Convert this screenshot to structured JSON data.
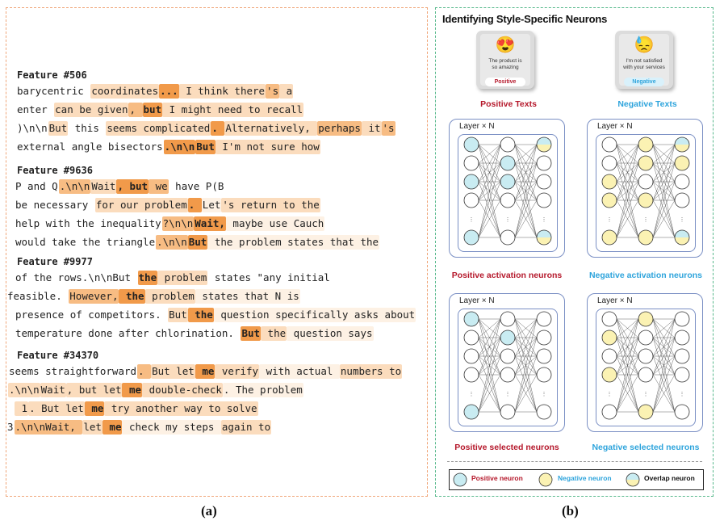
{
  "panel_a": {
    "caption": "(a)",
    "features": [
      {
        "title": "Feature #506",
        "lines": [
          [
            [
              "barycentric ",
              0
            ],
            [
              "coordinates",
              2
            ],
            [
              "...",
              4
            ],
            [
              " I think there",
              2
            ],
            [
              "'s",
              3
            ],
            [
              " a",
              2
            ]
          ],
          [
            [
              "enter ",
              0
            ],
            [
              "can be given",
              2
            ],
            [
              ", ",
              3
            ],
            [
              "but",
              4
            ],
            [
              " I might need to recall",
              2
            ]
          ],
          [
            [
              ")\\n\\n",
              0
            ],
            [
              "But",
              2
            ],
            [
              " this ",
              0
            ],
            [
              "seems complicated",
              2
            ],
            [
              ". ",
              4
            ],
            [
              "Alternatively, ",
              2
            ],
            [
              "perhaps",
              3
            ],
            [
              " it",
              2
            ],
            [
              "'s",
              3
            ]
          ],
          [
            [
              "external angle bisectors",
              0
            ],
            [
              ".\\n\\n",
              4
            ],
            [
              "But",
              4
            ],
            [
              " I'm not sure how",
              2
            ]
          ]
        ]
      },
      {
        "title": "Feature #9636",
        "lines": [
          [
            [
              "P and Q",
              0
            ],
            [
              ".\\n\\n",
              3
            ],
            [
              "Wait",
              2
            ],
            [
              ", but",
              4
            ],
            [
              " we",
              3
            ],
            [
              " have P(B",
              0
            ]
          ],
          [
            [
              "be necessary ",
              0
            ],
            [
              "for our problem",
              2
            ],
            [
              ". ",
              4
            ],
            [
              "Let",
              1
            ],
            [
              "'s return to the",
              2
            ]
          ],
          [
            [
              "help with the inequality",
              0
            ],
            [
              "?\\n\\n",
              3
            ],
            [
              "Wait,",
              4
            ],
            [
              " maybe use Cauch",
              1
            ]
          ],
          [
            [
              "would take the triangle",
              0
            ],
            [
              ".\\n\\n",
              3
            ],
            [
              "But",
              4
            ],
            [
              " the problem states that the",
              1
            ]
          ]
        ]
      },
      {
        "title": "Feature #9977",
        "lines": [
          [
            [
              "of the rows.\\n\\nBut ",
              0
            ],
            [
              "the",
              4
            ],
            [
              " problem",
              2
            ],
            [
              " states \"any initial",
              0
            ]
          ],
          [
            [
              "feasible. ",
              0
            ],
            [
              "However,",
              3
            ],
            [
              " the",
              4
            ],
            [
              " problem",
              2
            ],
            [
              " states that N is",
              1
            ]
          ],
          [
            [
              "presence of competitors. ",
              0
            ],
            [
              "But",
              2
            ],
            [
              " the",
              4
            ],
            [
              " question specifically asks about",
              1
            ]
          ],
          [
            [
              "temperature done after chlorination. ",
              0
            ],
            [
              "But",
              4
            ],
            [
              " the",
              2
            ],
            [
              " question says",
              1
            ]
          ]
        ]
      },
      {
        "title": "Feature #34370",
        "lines": [
          [
            [
              "seems straightforward",
              0
            ],
            [
              ". ",
              3
            ],
            [
              "But let",
              2
            ],
            [
              " me",
              4
            ],
            [
              " verify",
              2
            ],
            [
              " with actual ",
              1
            ],
            [
              "numbers to",
              2
            ]
          ],
          [
            [
              ".\\n\\n",
              2
            ],
            [
              "Wait",
              2
            ],
            [
              ", but let",
              2
            ],
            [
              " me",
              4
            ],
            [
              " double-check",
              2
            ],
            [
              ". The problem",
              1
            ]
          ],
          [
            [
              " 1",
              2
            ],
            [
              ". But let",
              2
            ],
            [
              " me",
              4
            ],
            [
              " try another way to solve",
              2
            ]
          ],
          [
            [
              "3",
              0
            ],
            [
              ".\\n\\nWait, ",
              3
            ],
            [
              "let",
              2
            ],
            [
              " me",
              4
            ],
            [
              " check my steps ",
              1
            ],
            [
              "again to",
              2
            ]
          ]
        ]
      }
    ]
  },
  "panel_b": {
    "caption": "(b)",
    "title": "Identifying Style-Specific Neurons",
    "positive_card": {
      "text_line1": "The product is",
      "text_line2": "so amazing",
      "badge": "Positive",
      "emoji": "😍"
    },
    "negative_card": {
      "text_line1": "I'm not satisfied",
      "text_line2": "with your services",
      "badge": "Negative",
      "emoji": "😓"
    },
    "positive_texts_label": "Positive Texts",
    "negative_texts_label": "Negative Texts",
    "layer_label": "Layer × N",
    "net_labels": {
      "pos_act": "Positive activation neurons",
      "neg_act": "Negative activation neurons",
      "pos_sel": "Positive selected neurons",
      "neg_sel": "Negative selected neurons"
    },
    "legend": {
      "positive": "Positive neuron",
      "negative": "Negative neuron",
      "overlap": "Overlap neuron"
    },
    "colors": {
      "positive": "#c9ecf2",
      "negative": "#fbf2b3",
      "pos_label": "#b5182b",
      "neg_label": "#2ea4dc"
    },
    "networks": {
      "pos_act": [
        [
          "p",
          "n",
          "p",
          "n",
          "n",
          "p"
        ],
        [
          "n",
          "p",
          "p",
          "n",
          "n",
          "n"
        ],
        [
          "o",
          "n",
          "n",
          "n",
          "n",
          "o"
        ]
      ],
      "neg_act": [
        [
          "n",
          "n",
          "y",
          "y",
          "n",
          "y"
        ],
        [
          "y",
          "y",
          "n",
          "y",
          "n",
          "y"
        ],
        [
          "o",
          "y",
          "n",
          "n",
          "n",
          "o"
        ]
      ],
      "pos_sel": [
        [
          "p",
          "n",
          "n",
          "n",
          "n",
          "p"
        ],
        [
          "n",
          "p",
          "n",
          "n",
          "n",
          "n"
        ],
        [
          "n",
          "n",
          "n",
          "n",
          "n",
          "n"
        ]
      ],
      "neg_sel": [
        [
          "n",
          "y",
          "n",
          "y",
          "n",
          "n"
        ],
        [
          "y",
          "n",
          "n",
          "n",
          "n",
          "y"
        ],
        [
          "n",
          "n",
          "n",
          "n",
          "n",
          "n"
        ]
      ]
    }
  }
}
